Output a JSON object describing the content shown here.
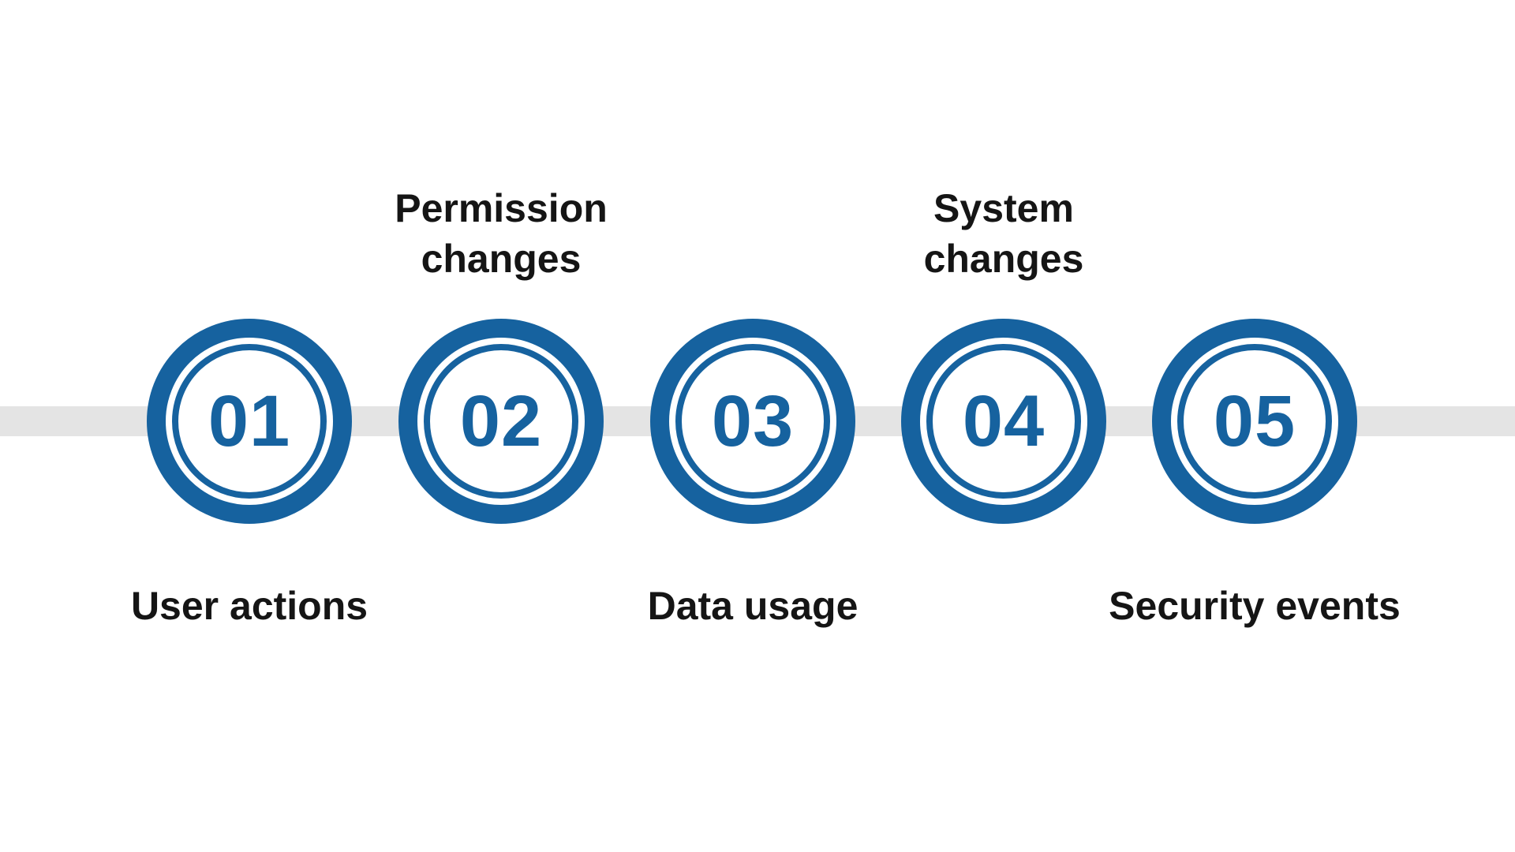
{
  "colors": {
    "accent_blue": "#16629F",
    "connector_gray": "#E4E4E4",
    "label_text": "#151515",
    "background": "#FFFFFF"
  },
  "timeline": {
    "steps": [
      {
        "number": "01",
        "label": "User actions",
        "label_position": "below"
      },
      {
        "number": "02",
        "label": "Permission changes",
        "label_position": "above"
      },
      {
        "number": "03",
        "label": "Data usage",
        "label_position": "below"
      },
      {
        "number": "04",
        "label": "System changes",
        "label_position": "above"
      },
      {
        "number": "05",
        "label": "Security events",
        "label_position": "below"
      }
    ]
  }
}
